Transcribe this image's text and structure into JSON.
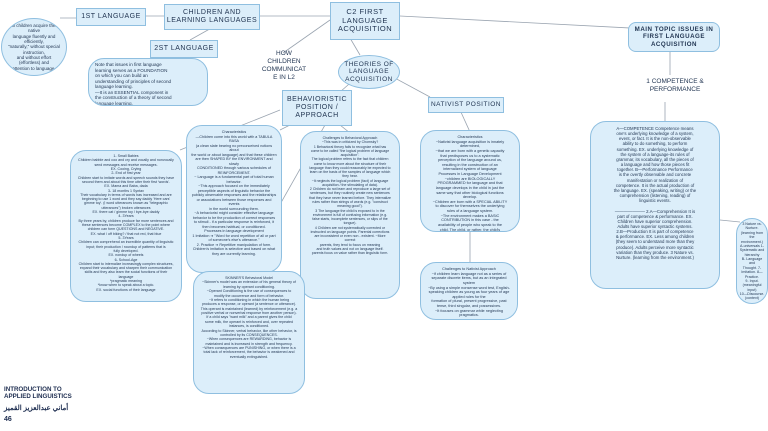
{
  "central": {
    "title": "C2 FIRST\nLANGUAGE\nACQUISITION"
  },
  "children_languages": {
    "title": "CHILDREN AND\nLEARNING LANGUAGES"
  },
  "first_language": {
    "title": "1ST LANGUAGE"
  },
  "second_language": {
    "title": "2ST LANGUAGE"
  },
  "first_language_note": {
    "text": "All children acquire their native\nlanguage fluently and efficiently,\n\"naturally,\" without special\ninstruction,\nand without effort (effortless) and\nattention to language."
  },
  "second_language_note": {
    "text": "Note that issues in first language\nlearning serves as a FOUNDATION\non which you can build an\nunderstanding of principles of second\nlanguage learning.\n—It is an ESSENTIAL component in\nthe construction of a theory of second\nlanguage learning."
  },
  "how_children": {
    "title": "HOW\nCHILDREN\nCOMMUNICAT\nE IN L2"
  },
  "theories": {
    "title": "THEORIES OF\nLANGUAGE\nACQUISITION"
  },
  "behavioristic": {
    "title": "BEHAVIORISTIC\nPOSITION /\nAPPROACH"
  },
  "nativist": {
    "title": "NATIVIST POSITION"
  },
  "main_topic": {
    "title": "MAIN TOPIC ISSUES IN\nFIRST LANGUAGE\nACQUISITION"
  },
  "competence": {
    "title": "1 COMPETENCE &\nPERFORMANCE"
  },
  "small_babies_note": {
    "text": "1- Small Babies\nChildren babble and coo and cry and vocally and nonvocally\nsend messages and receive messages.\nEX. Cooing, Crying\n2- End of first year\nChildren start to imitate words and speech sounds they have\nsecond them and about this time utter their first 'words'.\nEX. Mama and Baba, dada\n3- 18 months 1 Syntax\nTheir vocabulary in terms of words has increased and are\nbeginning to use 1 word and they say daddy 'Here cars'\ngimme toy'. (I word utterances known as \"telegraphic\nutterances\") broken utterances\nEX. there cat / gimme toy / bye-bye daddy\n4- 3Years\nBy three years by, children produce far more sentences and\nthese sentences become COMPLEX to the point where\nchildren can form QUESTIONS and NEGATIVE.\nEX. what / off biking? / that not red, that blue\n5- 3Years\nChildren can comprehend an incredible quantity of linguistic\ninput; their production / roundup of patterns that is\nfully developed.\nEX. nondup of wheels\n6- School-Age\nChildren start to internalize increasingly complex structures,\nexpand their vocabulary and sharpen their communication\nskills and they also learn the social functions of their\nlanguage\n*pragmatic meaning\n*know when to speak about a topic.\nEX. social functions of their language"
  },
  "behav_characteristics_note": {
    "text": "Characteristics\n—Children come into this world with a TABULA RASA\n(a clean slate bearing no preconceived notions about\nthe world or about language) and that these children\nare then SHAPED BY the ENVIRONMENT and slowly\nCONDITIONED through various schedules of\nREINFORCEMENT.\n~ Language is a fundamental part of total human\nbehavior.\n~This approach focused on the immediately\nperceptible aspects of linguistic behavior the\npublicly observable responses and the relationships\nor associations between those responses and events\nin the world surrounding them.\n~A behaviorist might consider effective language\nbehavior to be the production of correct responses\nto stimuli - if a particular response is reinforced, it\nthen becomes habitual, or conditioned.\nProcesses in language development\n1 Imitation ➔ \"Word for word repetition of all or part\nof someone's else's utterance.\"\n2. Practice ➔ Repetitive manipulation of form.\nChildren's imitation is selective and based on what\nthey are currently learning."
  },
  "behav_challenges_note": {
    "text": "Challenges to Behavioral Approach\n~This was in criticized by Chomsky?\n1 Behavioral theory fails to recognize what has\ncome to be called \"the logical problem of language\nacquisition\".\nThe logical problem refers to the fact that children\ncome to know more about the structure of their\nlanguage than they could reasonably be expected to\nlearn on the basis of the samples of language which\nthey hear.\n~It neglects the logical problem (fact) of language\nacquisition / the stimulating of data).\n2 Children do not learn and reproduce a large set of\nsentences, but they routinely create new sentences\nthat they have never learned before. They internalize\nrules rather than strings of words (e.g. \"construct\nmeaning good\").\n3 The language the child is exposed to in the\nenvironment is full of confusing information (e.g.\nfalse starts, incomplete sentences, or slips of the\ntongue).\n4 Children are not systematically corrected or\ninstructed on language points. Parental corrections\nare inconsistent or even non - existent. ~More\ncorrect\nparents, they tend to focus on meaning\nand truth values and not on language itself.\nparents focus on value rather than linguistic form."
  },
  "skinner_note": {
    "text": "SKINNER'S Behavioral Model\n~Skinner's model was an extension of his general theory of\nlearning by operant conditioning.\n~Operant Conditioning is the use of consequences to\nmodify the occurrence and form of behavior.\n~It refers to conditioning in which the human being\nproduces a response, or operant (a sentence or utterance).\nThis operant is maintained (learned) by reinforcement (e.g. a\npositive verbal or nonverbal response from another person).\nIf a child says \"want milk\" and a parent gives the child\nsome milk, the operant is reinforced and, over repeated\ninstances, is conditioned.\nAccording to Skinner, verbal behavior, like other behavior, is\ncontrolled by its CONSEQUENCES.\n~When consequences are REWARDING, behavior is\nmaintained and is increased in strength and frequency.\n~When consequences are PUNISHING, or when there is a\ntotal lack of reinforcement, the behavior is weakened and\neventually extinguished."
  },
  "nativist_characteristics_note": {
    "text": "Characteristics\n~Nativist language acquisition is innately\ndetermined,\n~that we are born with a genetic capacity\nthat predisposes us to a systematic\nperception of the language around us,\nresulting in the construction of an\ninternalized system of language\nProcesses in Language Development\n~children are BIOLOGICALLY\nPROGRAMMED for language and that\nlanguage develops in the child in just the\nsame way that other biological functions\ndevelop.\n~Children are born with a SPECIAL ABILITY\nto discover for themselves the underlying\nrules of a language system.\n~The environment makes a BASIC\nCONTRIBUTION in this case - the\navailability of people who speak to the\nchild. The child, or rather, the child's\nbiological endowment, will do the rest."
  },
  "nativist_challenges_note": {
    "text": "Challenges to Nativist Approach\n~if children learn language not as a series of\nseparate discrete items, but as an integrated\nsystem\n~By using a simple nonsense word test, English-\nspeaking children as young as four years of age\napplied rules for the\nformation of plural, present progressive, past\ntense, third singular, and possessives.\n~It focuses on grammar while neglecting\npragmatics."
  },
  "competence_note": {
    "text": "A—COMPETENCE Competence means\none's underlying knowledge of a system,\nevent, or fact. It is the non-observable\nability to do something, to perform\nsomething. EX. underlying knowledge of\nthe system of a language-its rules of\ngrammar, its vocabulary, all the pieces of\na language and how those pieces fit\ntogether. B—Performance Performance\nis the overtly observable and concrete\nmanifestation or realization of\ncompetence. It is the actual production of\nthe language. EX. (speaking, writing) or the\ncomprehension (listening, reading) of\nlinguistic events.\n\n——————— 2.A—Comprehension It is\npart of competence & performance. EX.\nChildren have superior comprehension.\nAdults have superior syntactic systems.\n2.B—Production It is part of competence\n& performance. EX. Less among children\n(they seem to understand more than they\nproduce). Adults perceive more syntactic\nvariation than they produce. 3 Nature vs.\nNurture. (learning from the environment.)"
  },
  "nature_note": {
    "text": "3 Nature vs.\nNurture.\n(learning from the\nenvironment.)\nA-universals 1-\nSystematic and\nhierarchy\nB- Language and\nThought. 7-\nImitation. 8—\nPractice.\n9- Input.\n(meaningful input)\n10—Discourse.\n(context)"
  },
  "footer": {
    "title_line1": "INTRODUCTION TO",
    "title_line2": "APPLIED LINGUISTICS",
    "author": "أماني عبدالعزيز القميز",
    "page_number": "46"
  },
  "colors": {
    "node_fill": "#dceefa",
    "node_border": "#8fbfe0",
    "line": "#9aa4b0",
    "text": "#1f3350"
  }
}
